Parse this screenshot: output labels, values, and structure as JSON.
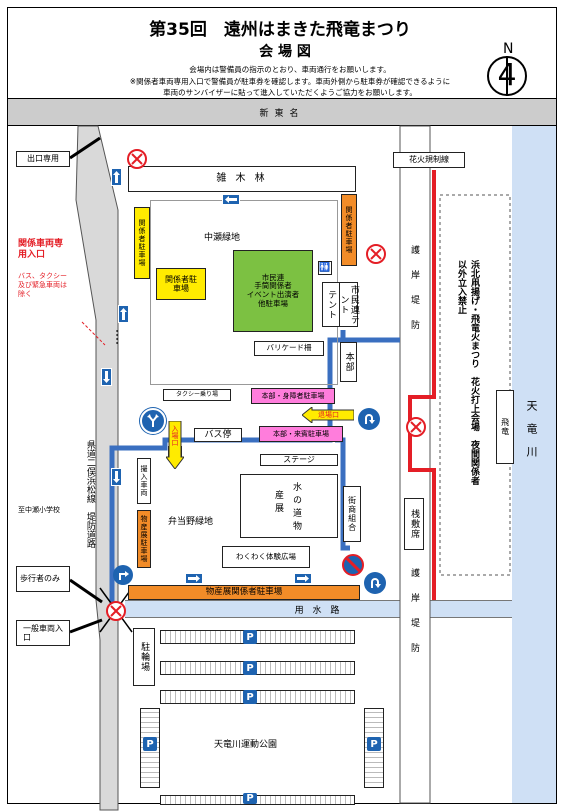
{
  "title": "第35回　遠州はまきた飛竜まつり",
  "subtitle": "会 場 図",
  "notice": {
    "line1": "会場内は警備員の指示のとおり、車両通行をお願いします。",
    "line2": "※関係者車両専用入口で警備員が駐車券を確認します。車両外側から駐車券が確認できるように",
    "line3": "車両のサンバイザーに貼って進入していただくようご協力をお願いします。"
  },
  "north": {
    "letter": "N",
    "number": "4"
  },
  "roads": {
    "shintomei": "新東名",
    "yousuiro": "用 水 路",
    "kendo": "県道二俣浜松線　堤防道路",
    "gogan1": "護岸堤防",
    "gogan2": "護岸堤防"
  },
  "left_labels": {
    "exit_only": "出口専用",
    "staff_entry_title": "関係車両専用入口",
    "staff_entry_note": "バス、タクシー及び緊急車両は除く",
    "school": "至中瀬小学校",
    "pedestrian": "歩行者のみ",
    "general_entry": "一般車両入口"
  },
  "areas": {
    "zokibayashi": "雑 木 林",
    "nakaze_ryokuchi": "中瀬緑地",
    "bentou_ryokuchi": "弁当野緑地",
    "staff_parking_v1": "関係者駐車場",
    "staff_parking_y": "関係者駐車場",
    "staff_parking_v2": "関係者駐車場",
    "citizen_parking": "市民連\n手筒関係者\nイベント出演者\n他駐車場",
    "citizen_tent": "市民連テント",
    "tent": "テント",
    "barricade": "バリケード柵",
    "honbu": "本部",
    "taxi": "タクシー乗り場",
    "disabled_parking": "本部・身障者駐車場",
    "guest_parking": "本部・来賓駐車場",
    "exit_label": "退場口",
    "entry_label": "入場口",
    "bus_stop": "バス停",
    "stage": "ステージ",
    "satsuei": "撮入車両",
    "products_v": "物産展駐車場",
    "mizu_no_michi": "水の道物",
    "sanpin": "産展",
    "gaisho": "街商組合",
    "wakuwaku": "わくわく体験広場",
    "products_parking": "物産展関係者駐車場",
    "sankaku": "桟敷席",
    "fireworks_line": "花火規制線",
    "fireworks_site": "浜北凧揚げ・飛竜火まつり　花火打上会場　夜間関係者以外立入禁止",
    "hiryu": "飛竜",
    "tenryu_river": "天竜川",
    "bike_parking": "駐輪場",
    "sports_park": "天竜川運動公園",
    "parking_sym": "P"
  }
}
